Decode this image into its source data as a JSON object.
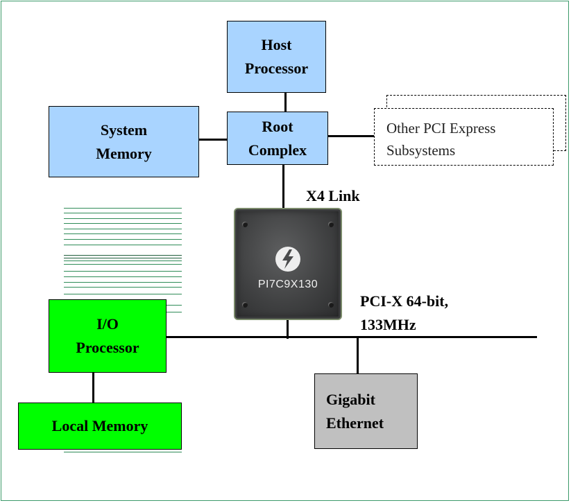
{
  "diagram": {
    "boxes": {
      "host_processor": [
        "Host",
        "Processor"
      ],
      "root_complex": [
        "Root",
        "Complex"
      ],
      "system_memory": [
        "System",
        "Memory"
      ],
      "io_processor": [
        "I/O",
        "Processor"
      ],
      "local_memory": [
        "Local Memory"
      ],
      "gigabit_ethernet": [
        "Gigabit",
        "Ethernet"
      ],
      "other_pci": [
        "Other PCI Express",
        "Subsystems"
      ]
    },
    "chip": {
      "label": "PI7C9X130",
      "logo_icon": "pericom-logo-icon"
    },
    "links": {
      "x4_link": "X4 Link",
      "pcix_line1": "PCI-X 64-bit,",
      "pcix_line2": "133MHz"
    },
    "colors": {
      "blue_box": "#a9d4ff",
      "green_box": "#00ff00",
      "gray_box": "#c0c0c0"
    }
  }
}
